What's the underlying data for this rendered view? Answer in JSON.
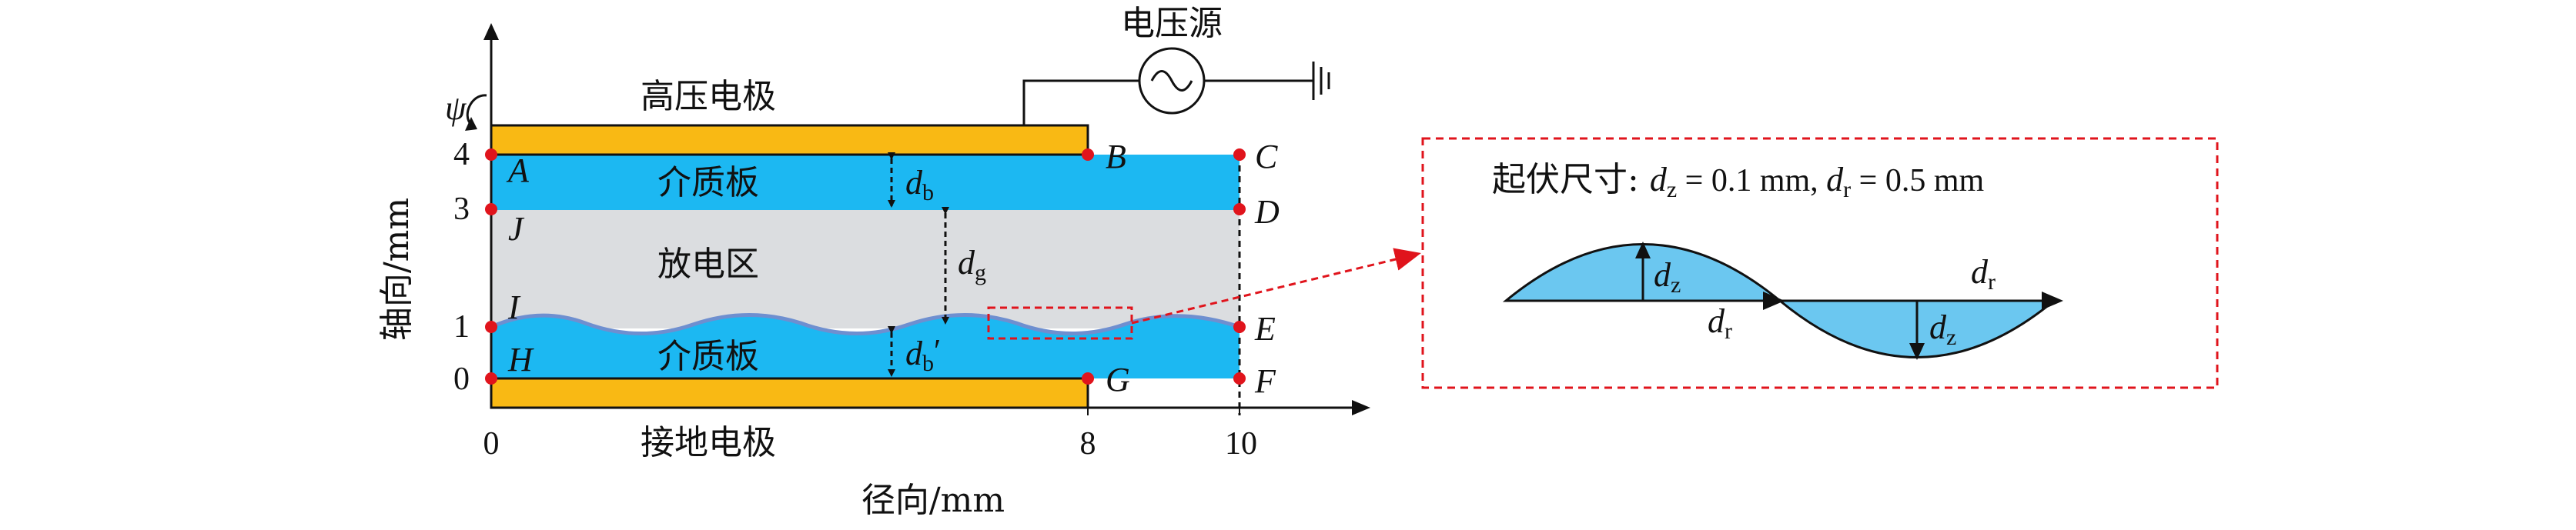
{
  "colors": {
    "electrode": "#F9B914",
    "dielectric": "#1CB8F2",
    "gap": "#DBDDE0",
    "probe": "#E0141C",
    "detail_fill": "#6BC7F0",
    "wave_line": "#6E8FD0"
  },
  "source": {
    "label": "电压源"
  },
  "labels": {
    "hv_electrode": "高压电极",
    "ground_electrode": "接地电极",
    "dielectric_top": "介质板",
    "dielectric_bottom": "介质板",
    "discharge": "放电区",
    "psi": "ψ"
  },
  "axes": {
    "y_title": "轴向/mm",
    "x_title": "径向/mm",
    "y_ticks": [
      "4",
      "3",
      "1",
      "0"
    ],
    "x_ticks": [
      "0",
      "8",
      "10"
    ]
  },
  "points": {
    "A": "A",
    "B": "B",
    "C": "C",
    "D": "D",
    "E": "E",
    "F": "F",
    "G": "G",
    "H": "H",
    "I": "I",
    "J": "J"
  },
  "dims": {
    "db": {
      "main": "d",
      "sub": "b",
      "prime": ""
    },
    "dg": {
      "main": "d",
      "sub": "g",
      "prime": ""
    },
    "db2": {
      "main": "d",
      "sub": "b",
      "prime": "′"
    }
  },
  "detail": {
    "title": "起伏尺寸: ",
    "dz_eq": " = 0.1 mm, ",
    "dr_eq": " = 0.5 mm",
    "dz": {
      "main": "d",
      "sub": "z"
    },
    "dr": {
      "main": "d",
      "sub": "r"
    }
  }
}
